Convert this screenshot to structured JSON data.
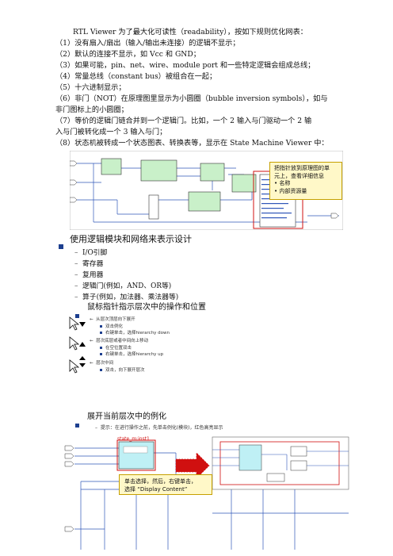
{
  "intro": "RTL Viewer 为了最大化可读性（readability），按如下规则优化网表：",
  "rules": [
    "（1）没有扇入/扇出（输入/输出未连接）的逻辑不显示；",
    "（2）默认的连接不显示，如 Vcc 和 GND；",
    "（3）如果可能，pin、net、wire、module port 和一些特定逻辑会组成总线；",
    "（4）常量总线（constant bus）被组合在一起；",
    "（5）十六进制显示；",
    "（6）非门（NOT）在原理图里显示为小圆圈（bubble inversion symbols），如与",
    "非门图标上的小圆圈；",
    "（7）等价的逻辑门链合并到一个逻辑门。比如，一个 2 输入与门驱动一个 2 输",
    "入与门被转化成一个 3 输入与门；",
    "（8）状态机被转成一个状态图表、转换表等，显示在 State Machine Viewer 中："
  ],
  "fig1_note": {
    "line1": "把指针放到原理图的单",
    "line2": "元上，查看详细信息",
    "items": [
      "名称",
      "内部资源量"
    ]
  },
  "section1": {
    "title": "使用逻辑模块和网络来表示设计",
    "items": [
      "I/O引脚",
      "寄存器",
      "复用器",
      "逻辑门(例如，AND、OR等)",
      "算子(例如，加法器、乘法器等)"
    ]
  },
  "section2": {
    "title": "鼠标指针指示层次中的操作和位置",
    "groups": [
      {
        "head": "从层次顶层向下展开",
        "items": [
          "双击例化",
          "右键单击，选择hierarchy down"
        ]
      },
      {
        "head": "层次底层或者中间向上移动",
        "items": [
          "在空位置双击",
          "右键单击，选择hierarchy up"
        ]
      },
      {
        "head": "层次中间",
        "items": [
          "双击，向下展开层次"
        ]
      }
    ]
  },
  "section3": {
    "title": "展开当前层次中的例化",
    "hint": "提示：在进行操作之前，先单击例化(模块)，红色高亮显示",
    "inst_label": "state_m:inst1",
    "callout_line1": "单击选择，然后，右键单击，",
    "callout_line2": "选择 “Display Content”"
  },
  "colors": {
    "accent_blue": "#1d3f8f",
    "highlight_red": "#d01010",
    "note_yellow": "#fff8c8",
    "block_green": "#c9f0c9",
    "block_cyan": "#bff0f5",
    "arrow_blue": "#2f56b8"
  }
}
